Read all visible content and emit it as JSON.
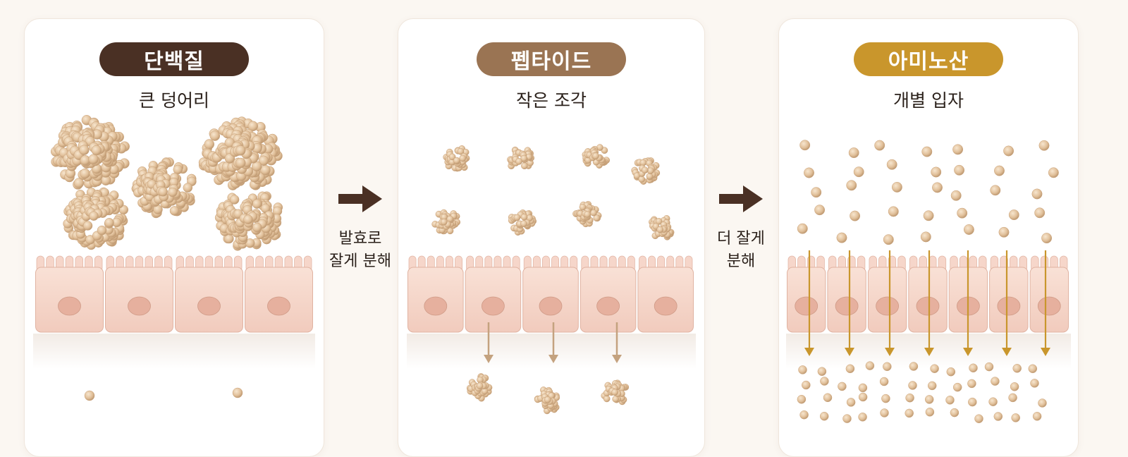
{
  "colors": {
    "protein": "#4a3024",
    "peptide": "#9a7453",
    "amino": "#c9962c",
    "bead": "#e1c09a",
    "cell": "#f6d5c9",
    "nucleus": "#e6b09e",
    "arrow": "#4a3024"
  },
  "panels": [
    {
      "title": "단백질",
      "subtitle": "큰 덩어리"
    },
    {
      "title": "펩타이드",
      "subtitle": "작은 조각"
    },
    {
      "title": "아미노산",
      "subtitle": "개별 입자"
    }
  ],
  "steps": [
    {
      "line1": "발효로",
      "line2": "잘게 분해"
    },
    {
      "line1": "더 잘게",
      "line2": "분해"
    }
  ]
}
